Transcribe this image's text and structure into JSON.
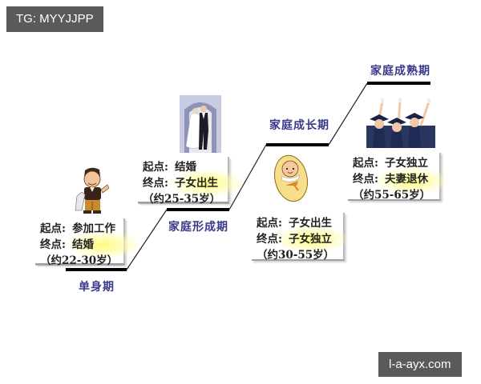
{
  "watermarks": {
    "top_left": "TG: MYYJJPP",
    "bottom_right": "l-a-ayx.com"
  },
  "diagram": {
    "type": "staircase-lifecycle",
    "line_color": "#000000",
    "label_color": "#3a3a8c",
    "highlight_color": "#fff87a",
    "stages": [
      {
        "name": "单身期",
        "illustration": "single-man-icon",
        "start_label": "起点:",
        "start_value": "参加工作",
        "end_label": "终点:",
        "end_value": "结婚",
        "age_range": "（约22-30岁）"
      },
      {
        "name": "家庭形成期",
        "illustration": "wedding-couple-icon",
        "start_label": "起点:",
        "start_value": "结婚",
        "end_label": "终点:",
        "end_value": "子女出生",
        "age_range": "（约25-35岁）"
      },
      {
        "name": "家庭成长期",
        "illustration": "swaddled-baby-icon",
        "start_label": "起点:",
        "start_value": "子女出生",
        "end_label": "终点:",
        "end_value": "子女独立",
        "age_range": "（约30-55岁）"
      },
      {
        "name": "家庭成熟期",
        "illustration": "graduates-icon",
        "start_label": "起点:",
        "start_value": "子女独立",
        "end_label": "终点:",
        "end_value": "夫妻退休",
        "age_range": "（约55-65岁）"
      }
    ]
  }
}
